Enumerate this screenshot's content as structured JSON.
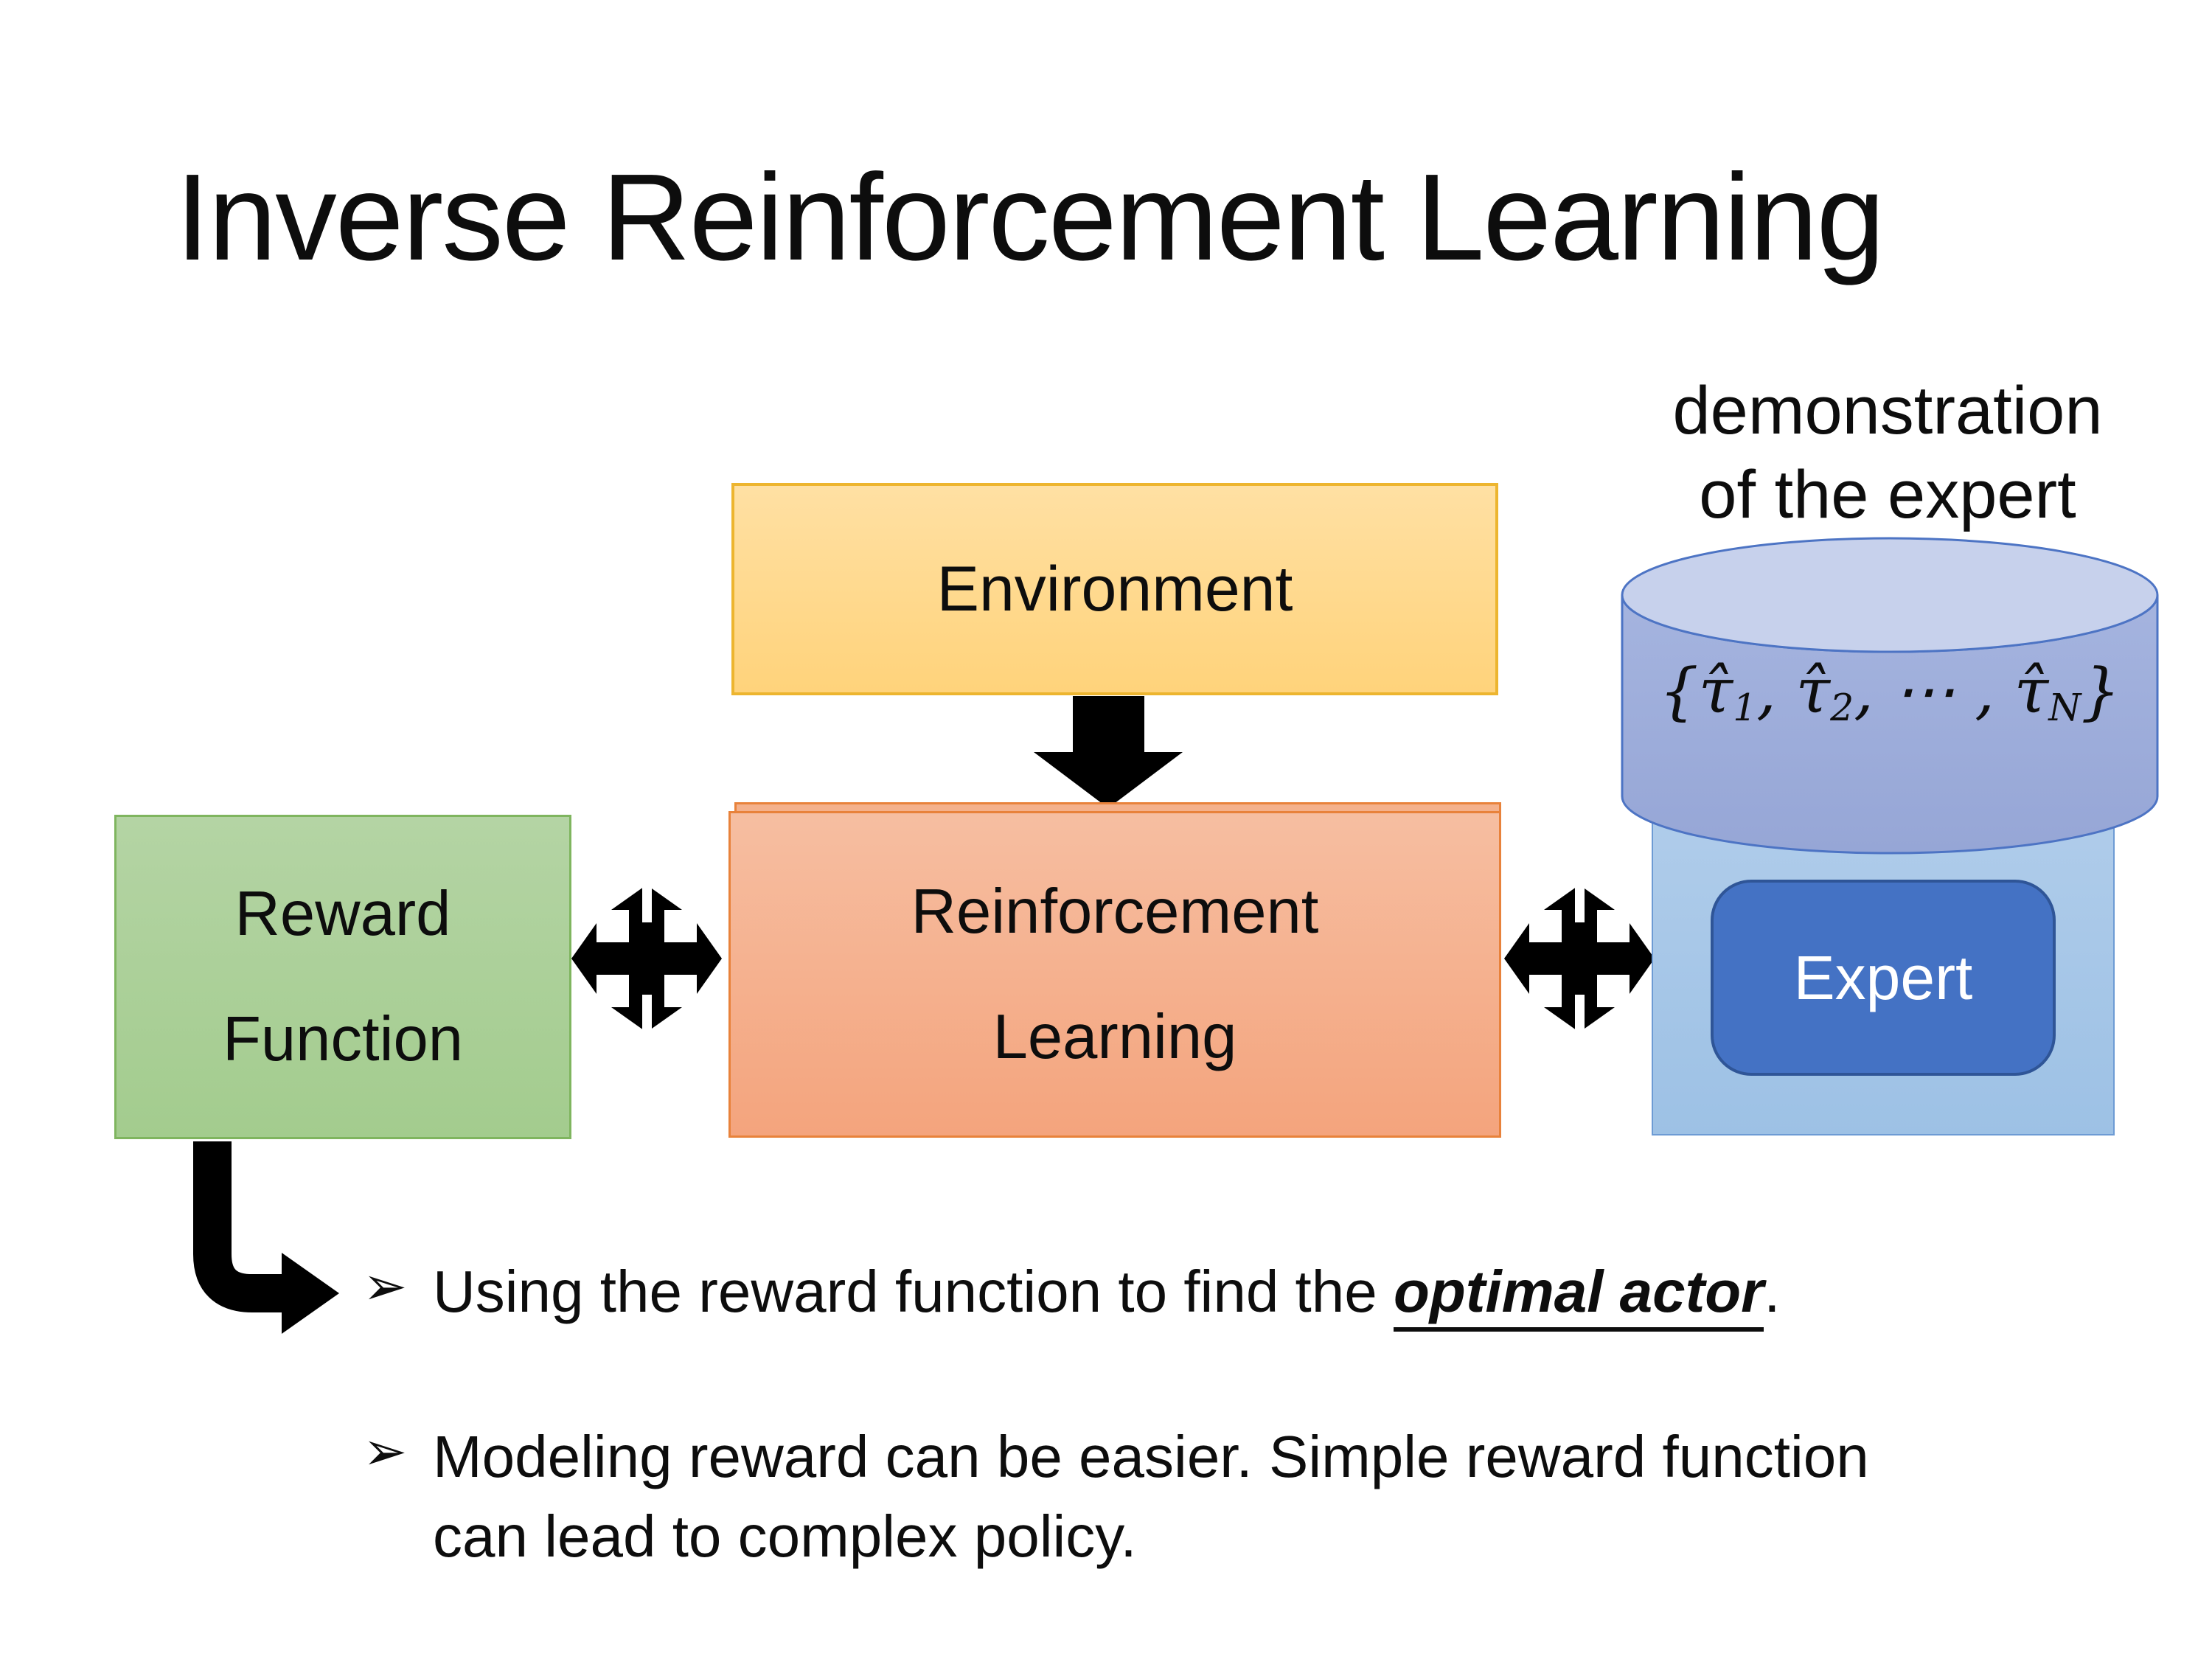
{
  "slide": {
    "title": "Inverse Reinforcement Learning",
    "annotation": {
      "line1": "demonstration",
      "line2": "of the expert"
    },
    "boxes": {
      "environment": {
        "label": "Environment",
        "fill_top": "#FFE0A3",
        "fill_bottom": "#FFD37B",
        "border": "#EDB52F"
      },
      "reward_function": {
        "line1": "Reward",
        "line2": "Function",
        "fill_top": "#B4D4A4",
        "fill_bottom": "#A3CC8E",
        "border": "#7FB55F"
      },
      "reinforcement_learning": {
        "line1": "Reinforcement",
        "line2": "Learning",
        "fill_top": "#F6BEA1",
        "fill_bottom": "#F4A47D",
        "border": "#E8823B"
      },
      "expert": {
        "label": "Expert",
        "fill": "#4472C4",
        "border": "#2F5597",
        "text_color": "#FFFFFF",
        "container_fill": "#A6C7E8"
      }
    },
    "demonstration_db": {
      "fill_body": "#9DADDB",
      "fill_top": "#C7D1EC",
      "border": "#4D74C4",
      "formula": [
        {
          "t": "base",
          "v": "{"
        },
        {
          "t": "base",
          "v": "τ̂"
        },
        {
          "t": "sub",
          "v": "1"
        },
        {
          "t": "base",
          "v": ", "
        },
        {
          "t": "base",
          "v": "τ̂"
        },
        {
          "t": "sub",
          "v": "2"
        },
        {
          "t": "base",
          "v": ", ⋯ , "
        },
        {
          "t": "base",
          "v": "τ̂"
        },
        {
          "t": "sub",
          "v": "N"
        },
        {
          "t": "base",
          "v": "}"
        }
      ]
    },
    "bullet_glyph": "➢",
    "bullets": [
      {
        "prefix": "Using the reward function to find the ",
        "emphasis": "optimal actor",
        "suffix": "."
      },
      {
        "text": "Modeling reward can be easier. Simple reward function can lead to complex policy."
      }
    ],
    "arrow_color": "#000000"
  }
}
